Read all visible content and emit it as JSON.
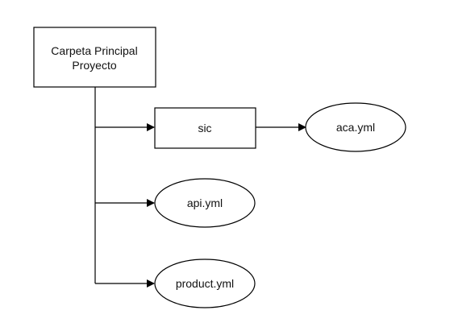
{
  "diagram": {
    "root": {
      "line1": "Carpeta Principal",
      "line2": "Proyecto"
    },
    "folder": {
      "label": "sic"
    },
    "files": {
      "aca": "aca.yml",
      "api": "api.yml",
      "product": "product.yml"
    }
  },
  "colors": {
    "stroke": "#000000",
    "text": "#111111",
    "background": "#ffffff"
  }
}
